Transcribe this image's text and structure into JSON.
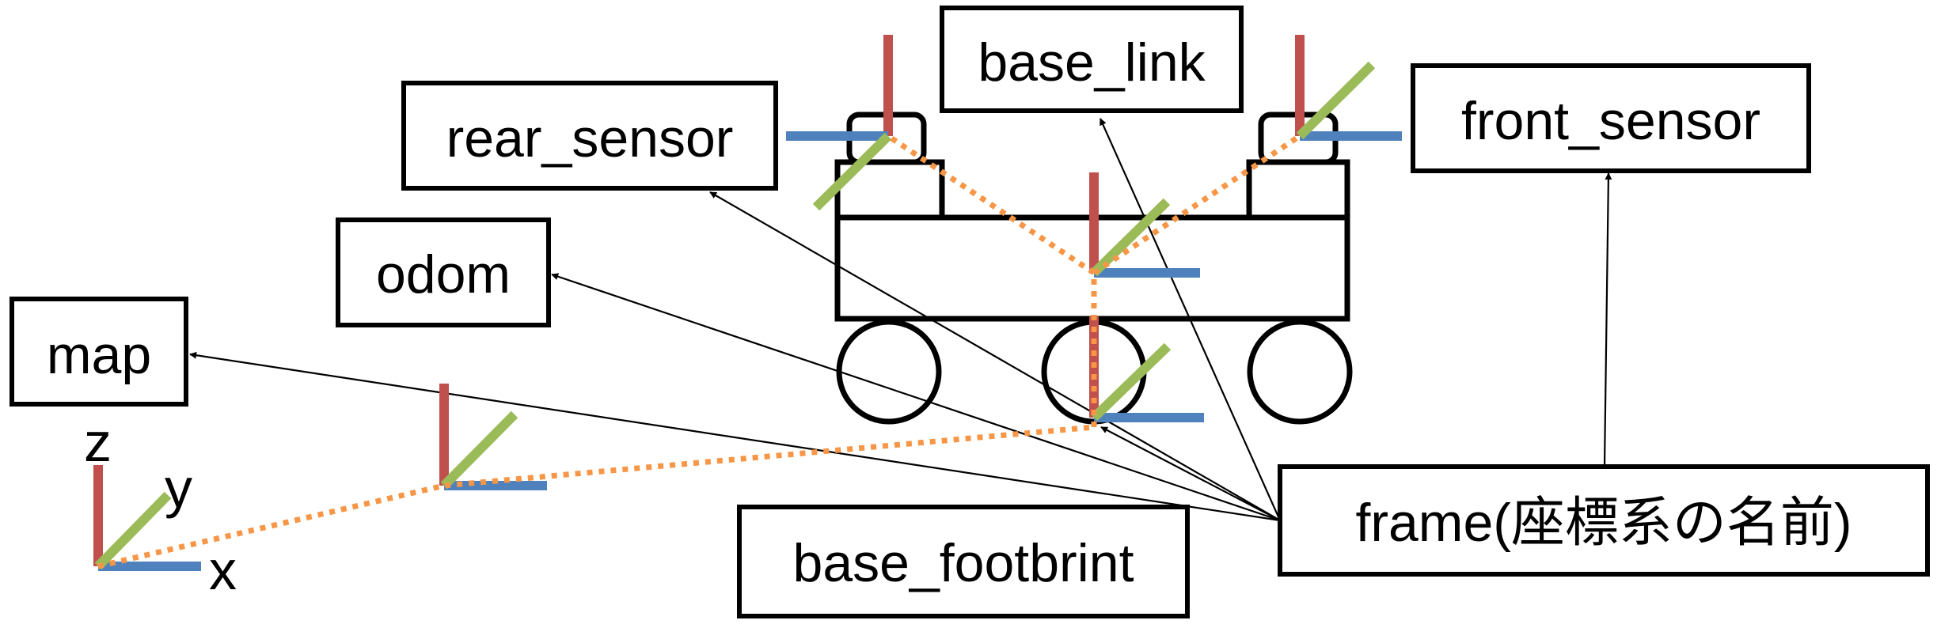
{
  "labels": {
    "base_link": "base_link",
    "rear_sensor": "rear_sensor",
    "front_sensor": "front_sensor",
    "odom": "odom",
    "map": "map",
    "base_footprint": "base_footbrint",
    "frame_legend": "frame(座標系の名前)"
  },
  "axis_labels": {
    "z": "z",
    "y": "y",
    "x": "x"
  },
  "colors": {
    "z_axis": "#c0504d",
    "y_axis": "#9bbb59",
    "x_axis": "#4f81bd",
    "tf_link": "#f79646",
    "outline": "#000000"
  }
}
